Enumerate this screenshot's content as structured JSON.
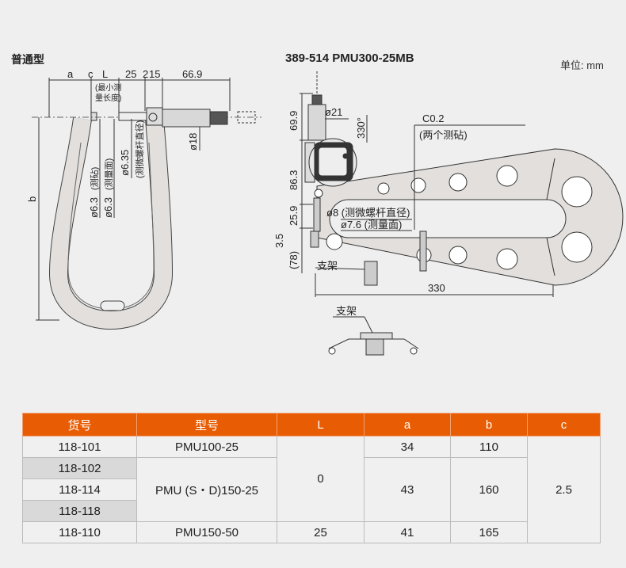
{
  "titles": {
    "left": "普通型",
    "right": "389-514   PMU300-25MB",
    "unit": "单位: mm"
  },
  "left_drawing": {
    "dims": {
      "a": "a",
      "c": "c",
      "L": "L",
      "d25": "25",
      "d2": "2",
      "d15": "15",
      "d669": "66.9",
      "b": "b",
      "d18": "ø18",
      "d635": "ø6.35",
      "d63a": "ø6.3",
      "d63b": "ø6.3"
    },
    "notes": {
      "min_len_1": "(最小测",
      "min_len_2": "量长度)",
      "spindle_dia": "(测微螺杆直径)",
      "anvil": "(测砧)",
      "face": "(测量面)"
    }
  },
  "right_drawing": {
    "dims": {
      "d699": "69.9",
      "d21": "ø21",
      "d330deg": "330°",
      "c02": "C0.2",
      "two_anvils": "(两个测砧)",
      "d863": "86.3",
      "d259": "25.9",
      "d8": "ø8 (测微螺杆直径)",
      "d76": "ø7.6 (测量面)",
      "d35": "3.5",
      "d78": "(78)",
      "support": "支架",
      "d330": "330"
    },
    "support_view_label": "支架"
  },
  "colors": {
    "header": "#e85d04",
    "frame": "#e2dfdc",
    "line": "#333333"
  },
  "table": {
    "headers": [
      "货号",
      "型号",
      "L",
      "a",
      "b",
      "c"
    ],
    "rows": [
      {
        "code": "118-101",
        "model": "PMU100-25",
        "a": "34",
        "b": "110"
      },
      {
        "code": "118-102"
      },
      {
        "code": "118-114",
        "model": "PMU (S・D)150-25",
        "a": "43",
        "b": "160"
      },
      {
        "code": "118-118"
      },
      {
        "code": "118-110",
        "model": "PMU150-50",
        "L": "25",
        "a": "41",
        "b": "165"
      }
    ],
    "L_shared": "0",
    "c_shared": "2.5"
  }
}
